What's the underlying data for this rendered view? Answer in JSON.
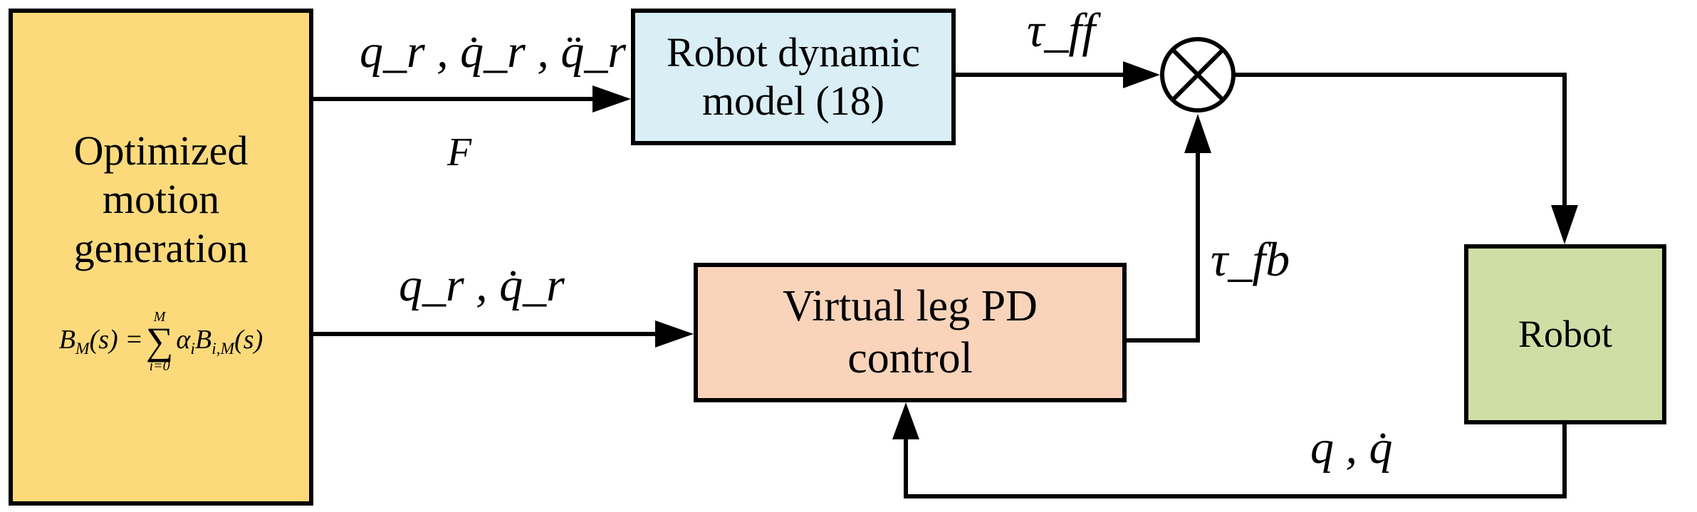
{
  "colors": {
    "motion_box": "#FCDA7B",
    "dynamic_box": "#D9EEF5",
    "pd_box": "#F9D4BB",
    "robot_box": "#CEDEA4",
    "stroke": "#000000"
  },
  "blocks": {
    "motion": {
      "text": "Optimized\nmotion\ngeneration",
      "equation": "B_M(s) = Σ_{i=0}^{M} α_i B_{i,M}(s)"
    },
    "dynamic": {
      "text": "Robot dynamic\nmodel (18)"
    },
    "pd": {
      "text": "Virtual leg PD\ncontrol"
    },
    "robot": {
      "text": "Robot"
    }
  },
  "signals": {
    "top": "q_r , q̇_r , q̈_r",
    "force": "F",
    "bottom": "q_r , q̇_r",
    "tau_ff": "τ_ff",
    "tau_fb": "τ_fb",
    "feedback": "q , q̇"
  },
  "summing_junction": {
    "symbol": "⊗"
  }
}
